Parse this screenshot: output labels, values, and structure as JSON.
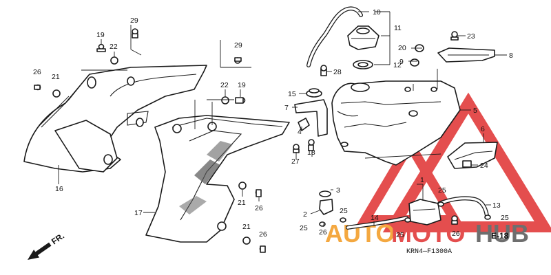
{
  "diagram": {
    "code": "KRN4—F1300A",
    "ref_page": "E-18",
    "front_label": "FR.",
    "watermark": {
      "text_auto": "AUTO",
      "text_moto": "MOTO",
      "text_hub": "HUB",
      "color_red": "#e03030",
      "color_orange": "#f39a1f",
      "color_gray": "#555555"
    },
    "callouts": {
      "c10": "10",
      "c11": "11",
      "c12": "12",
      "c23": "23",
      "c20": "20",
      "c8": "8",
      "c9": "9",
      "c28": "28",
      "c15": "15",
      "c7": "7",
      "c5": "5",
      "c4": "4",
      "c18": "18",
      "c27": "27",
      "c6": "6",
      "c24": "24",
      "c3": "3",
      "c1": "1",
      "c2": "2",
      "c25a": "25",
      "c25b": "25",
      "c25c": "25",
      "c25d": "25",
      "c25e": "25",
      "c26a": "26",
      "c14": "14",
      "c13": "13",
      "c29a": "29",
      "c19a": "19",
      "c22a": "22",
      "c29b": "29",
      "c26b": "26",
      "c21a": "21",
      "c16": "16",
      "c22b": "22",
      "c19b": "19",
      "c17": "17",
      "c21b": "21",
      "c26c": "26",
      "c21c": "21",
      "c26d": "26",
      "c26e": "26"
    }
  }
}
